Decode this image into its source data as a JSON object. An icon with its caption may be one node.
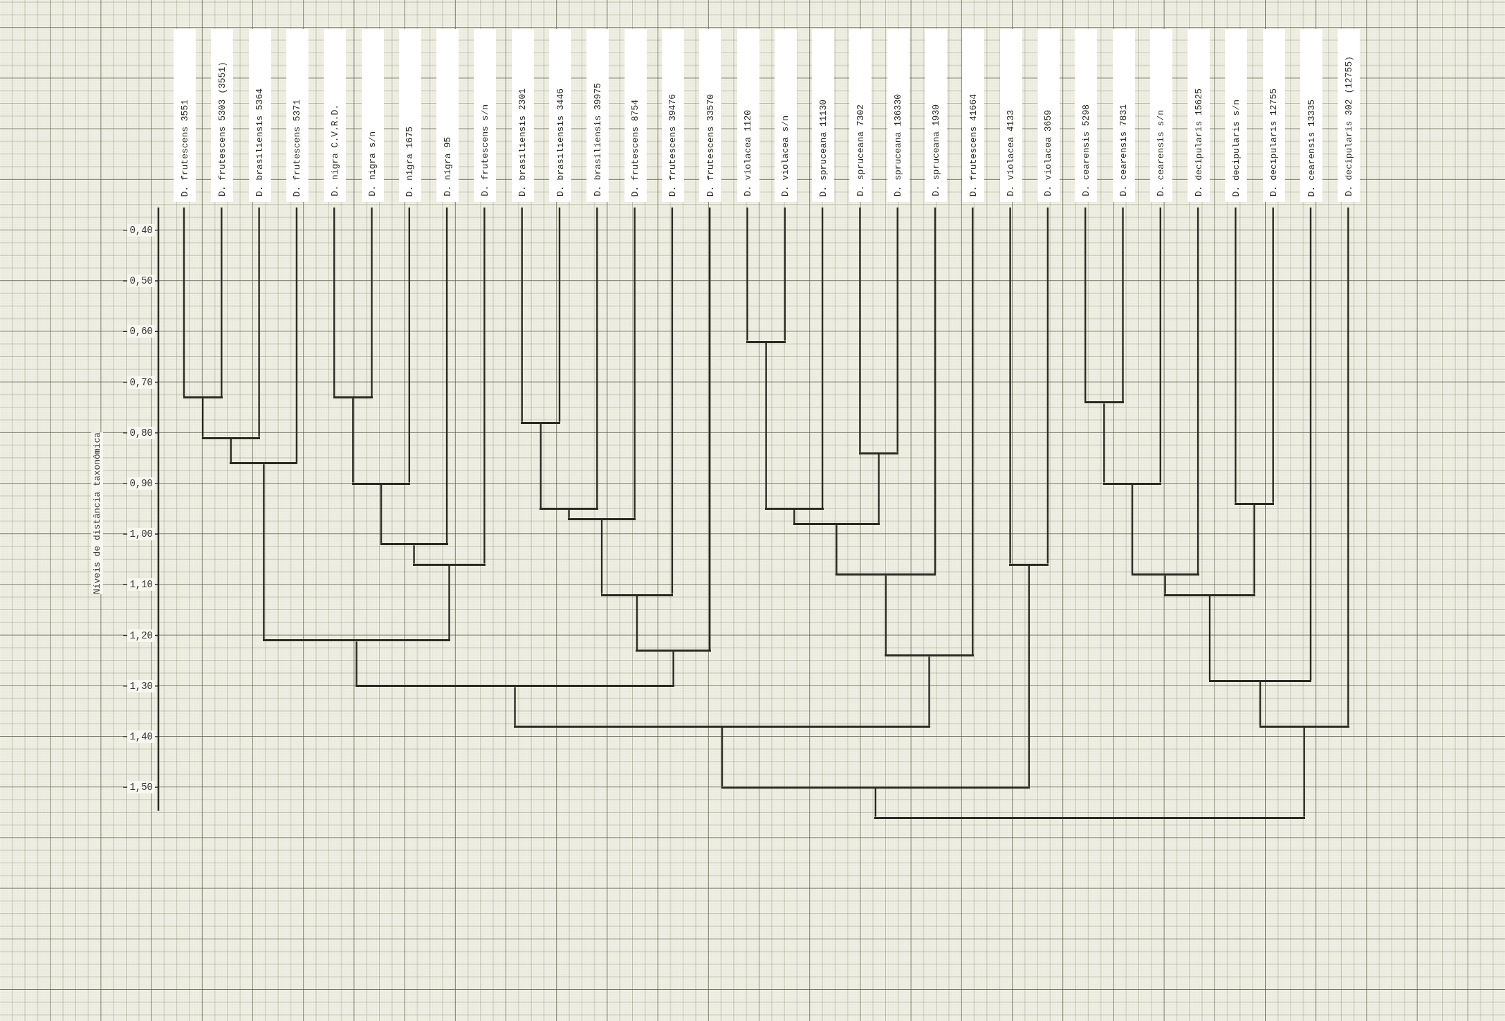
{
  "diagram": {
    "nodes": [
      {
        "text": [
          "D. frutescens 3551"
        ]
      },
      {
        "text": [
          "D. frutescens 5303 (3551)"
        ]
      },
      {
        "text": [
          "D. brasiliensis 5364"
        ]
      },
      {
        "text": [
          "D. frutescens 5371"
        ]
      },
      {
        "text": [
          "D. nigra C.V.R.D."
        ]
      },
      {
        "text": [
          "D. nigra s/n"
        ]
      },
      {
        "text": [
          "D. nigra 1675"
        ]
      },
      {
        "text": [
          "D. nigra 95"
        ]
      },
      {
        "text": [
          "D. frutescens s/n"
        ]
      },
      {
        "text": [
          "D. brasiliensis 2301"
        ]
      },
      {
        "text": [
          "D. brasiliensis 3446"
        ]
      },
      {
        "text": [
          "D. brasiliensis 39975"
        ]
      },
      {
        "text": [
          "D. frutescens 8754"
        ]
      },
      {
        "text": [
          "D. frutescens 39476"
        ]
      },
      {
        "text": [
          "D. frutescens 33570"
        ]
      },
      {
        "text": [
          "D. violacea 1120"
        ]
      },
      {
        "text": [
          "D. violacea s/n"
        ]
      },
      {
        "text": [
          "D. spruceana 11130"
        ]
      },
      {
        "text": [
          "D. spruceana 7302"
        ]
      },
      {
        "text": [
          "D. spruceana 136330"
        ]
      },
      {
        "text": [
          "D. spruceana 1930"
        ]
      },
      {
        "text": [
          "D. frutescens 41664"
        ]
      },
      {
        "text": [
          "D. violacea 4133"
        ]
      },
      {
        "text": [
          "D. violacea 3659"
        ]
      },
      {
        "text": [
          "D. cearensis 5298"
        ]
      },
      {
        "text": [
          "D. cearensis 7831"
        ]
      },
      {
        "text": [
          "D. cearensis s/n"
        ]
      },
      {
        "text": [
          "D. decipularis 15625"
        ]
      },
      {
        "text": [
          "D. decipularis s/n"
        ]
      },
      {
        "text": [
          "D. decipularis 12755"
        ]
      },
      {
        "text": [
          "D. cearensis 13335"
        ]
      },
      {
        "text": [
          "D. decipularis 302 (12755)"
        ]
      },
      {
        "text": [],
        "shape": "bar"
      },
      {
        "text": [],
        "shape": "bar"
      },
      {
        "text": [],
        "shape": "bar"
      },
      {
        "text": [],
        "shape": "bar"
      },
      {
        "text": [],
        "shape": "bar"
      },
      {
        "text": [],
        "shape": "bar"
      },
      {
        "text": [],
        "shape": "bar"
      },
      {
        "text": [],
        "shape": "bar"
      },
      {
        "text": [],
        "shape": "bar"
      },
      {
        "text": [],
        "shape": "bar"
      },
      {
        "text": [],
        "shape": "bar"
      },
      {
        "text": [],
        "shape": "bar"
      },
      {
        "text": [],
        "shape": "bar"
      },
      {
        "text": [],
        "shape": "bar"
      },
      {
        "text": [],
        "shape": "bar"
      },
      {
        "text": [],
        "shape": "bar"
      },
      {
        "text": [],
        "shape": "bar"
      },
      {
        "text": [],
        "shape": "bar"
      },
      {
        "text": [],
        "shape": "bar"
      },
      {
        "text": [],
        "shape": "bar"
      },
      {
        "text": [],
        "shape": "bar"
      },
      {
        "text": [],
        "shape": "bar"
      },
      {
        "text": [],
        "shape": "bar"
      },
      {
        "text": [],
        "shape": "bar"
      },
      {
        "text": [],
        "shape": "bar"
      },
      {
        "text": [],
        "shape": "bar"
      },
      {
        "text": [],
        "shape": "bar"
      },
      {
        "text": [],
        "shape": "bar"
      },
      {
        "text": [],
        "shape": "bar"
      },
      {
        "text": [],
        "shape": "bar"
      },
      {
        "text": [],
        "shape": "bar"
      }
    ],
    "edges": [
      {
        "from": 0,
        "to": 32,
        "arrow": "none"
      },
      {
        "from": 1,
        "to": 32,
        "arrow": "none"
      },
      {
        "from": 32,
        "to": 33,
        "arrow": "none"
      },
      {
        "from": 2,
        "to": 33,
        "arrow": "none"
      },
      {
        "from": 33,
        "to": 34,
        "arrow": "none"
      },
      {
        "from": 3,
        "to": 34,
        "arrow": "none"
      },
      {
        "from": 4,
        "to": 35,
        "arrow": "none"
      },
      {
        "from": 5,
        "to": 35,
        "arrow": "none"
      },
      {
        "from": 35,
        "to": 36,
        "arrow": "none"
      },
      {
        "from": 6,
        "to": 36,
        "arrow": "none"
      },
      {
        "from": 36,
        "to": 37,
        "arrow": "none"
      },
      {
        "from": 7,
        "to": 37,
        "arrow": "none"
      },
      {
        "from": 37,
        "to": 38,
        "arrow": "none"
      },
      {
        "from": 8,
        "to": 38,
        "arrow": "none"
      },
      {
        "from": 34,
        "to": 39,
        "arrow": "none"
      },
      {
        "from": 38,
        "to": 39,
        "arrow": "none"
      },
      {
        "from": 9,
        "to": 40,
        "arrow": "none"
      },
      {
        "from": 10,
        "to": 40,
        "arrow": "none"
      },
      {
        "from": 40,
        "to": 41,
        "arrow": "none"
      },
      {
        "from": 11,
        "to": 41,
        "arrow": "none"
      },
      {
        "from": 41,
        "to": 42,
        "arrow": "none"
      },
      {
        "from": 12,
        "to": 42,
        "arrow": "none"
      },
      {
        "from": 42,
        "to": 43,
        "arrow": "none"
      },
      {
        "from": 13,
        "to": 43,
        "arrow": "none"
      },
      {
        "from": 43,
        "to": 44,
        "arrow": "none"
      },
      {
        "from": 14,
        "to": 44,
        "arrow": "none"
      },
      {
        "from": 39,
        "to": 45,
        "arrow": "none"
      },
      {
        "from": 44,
        "to": 45,
        "arrow": "none"
      },
      {
        "from": 15,
        "to": 46,
        "arrow": "none"
      },
      {
        "from": 16,
        "to": 46,
        "arrow": "none"
      },
      {
        "from": 46,
        "to": 47,
        "arrow": "none"
      },
      {
        "from": 17,
        "to": 47,
        "arrow": "none"
      },
      {
        "from": 18,
        "to": 48,
        "arrow": "none"
      },
      {
        "from": 19,
        "to": 48,
        "arrow": "none"
      },
      {
        "from": 47,
        "to": 49,
        "arrow": "none"
      },
      {
        "from": 48,
        "to": 49,
        "arrow": "none"
      },
      {
        "from": 49,
        "to": 50,
        "arrow": "none"
      },
      {
        "from": 20,
        "to": 50,
        "arrow": "none"
      },
      {
        "from": 50,
        "to": 51,
        "arrow": "none"
      },
      {
        "from": 21,
        "to": 51,
        "arrow": "none"
      },
      {
        "from": 45,
        "to": 52,
        "arrow": "none"
      },
      {
        "from": 51,
        "to": 52,
        "arrow": "none"
      },
      {
        "from": 22,
        "to": 53,
        "arrow": "none"
      },
      {
        "from": 23,
        "to": 53,
        "arrow": "none"
      },
      {
        "from": 52,
        "to": 54,
        "arrow": "none"
      },
      {
        "from": 53,
        "to": 54,
        "arrow": "none"
      },
      {
        "from": 24,
        "to": 55,
        "arrow": "none"
      },
      {
        "from": 25,
        "to": 55,
        "arrow": "none"
      },
      {
        "from": 55,
        "to": 56,
        "arrow": "none"
      },
      {
        "from": 26,
        "to": 56,
        "arrow": "none"
      },
      {
        "from": 56,
        "to": 57,
        "arrow": "none"
      },
      {
        "from": 27,
        "to": 57,
        "arrow": "none"
      },
      {
        "from": 28,
        "to": 58,
        "arrow": "none"
      },
      {
        "from": 29,
        "to": 58,
        "arrow": "none"
      },
      {
        "from": 57,
        "to": 59,
        "arrow": "none"
      },
      {
        "from": 58,
        "to": 59,
        "arrow": "none"
      },
      {
        "from": 59,
        "to": 60,
        "arrow": "none"
      },
      {
        "from": 30,
        "to": 60,
        "arrow": "none"
      },
      {
        "from": 60,
        "to": 61,
        "arrow": "none"
      },
      {
        "from": 31,
        "to": 61,
        "arrow": "none"
      },
      {
        "from": 54,
        "to": 62,
        "arrow": "none"
      },
      {
        "from": 61,
        "to": 62,
        "arrow": "none"
      }
    ],
    "labels": [
      "0,40",
      "0,50",
      "0,60",
      "0,70",
      "0,80",
      "0,90",
      "1,00",
      "1,10",
      "1,20",
      "1,30",
      "1,40",
      "1,50",
      "Níveis de distância taxonômica"
    ]
  }
}
